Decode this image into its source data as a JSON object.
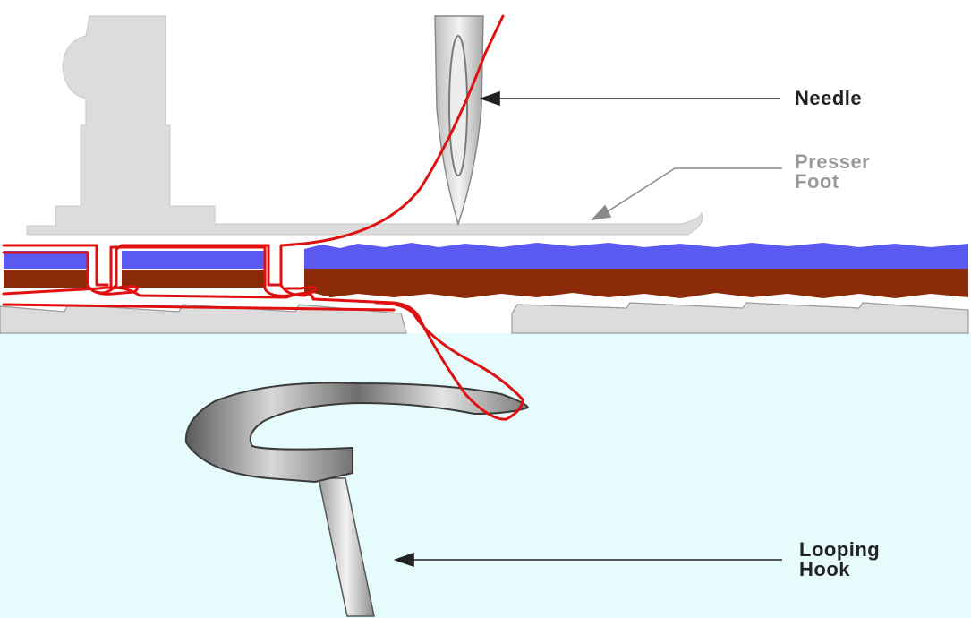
{
  "labels": {
    "needle": "Needle",
    "presser_foot_line1": "Presser",
    "presser_foot_line2": "Foot",
    "looping_hook_line1": "Looping",
    "looping_hook_line2": "Hook"
  },
  "colors": {
    "thread": "#e01010",
    "fabric_top": "#5a5af0",
    "fabric_bottom": "#8a2a08",
    "machine_grey": "#dcdcdc",
    "bed_background": "#e6fbfb",
    "label_dark": "#222222",
    "label_grey": "#9a9a9a"
  },
  "parts": [
    "needle",
    "presser-foot",
    "fabric",
    "thread",
    "feed-plate",
    "looping-hook"
  ]
}
